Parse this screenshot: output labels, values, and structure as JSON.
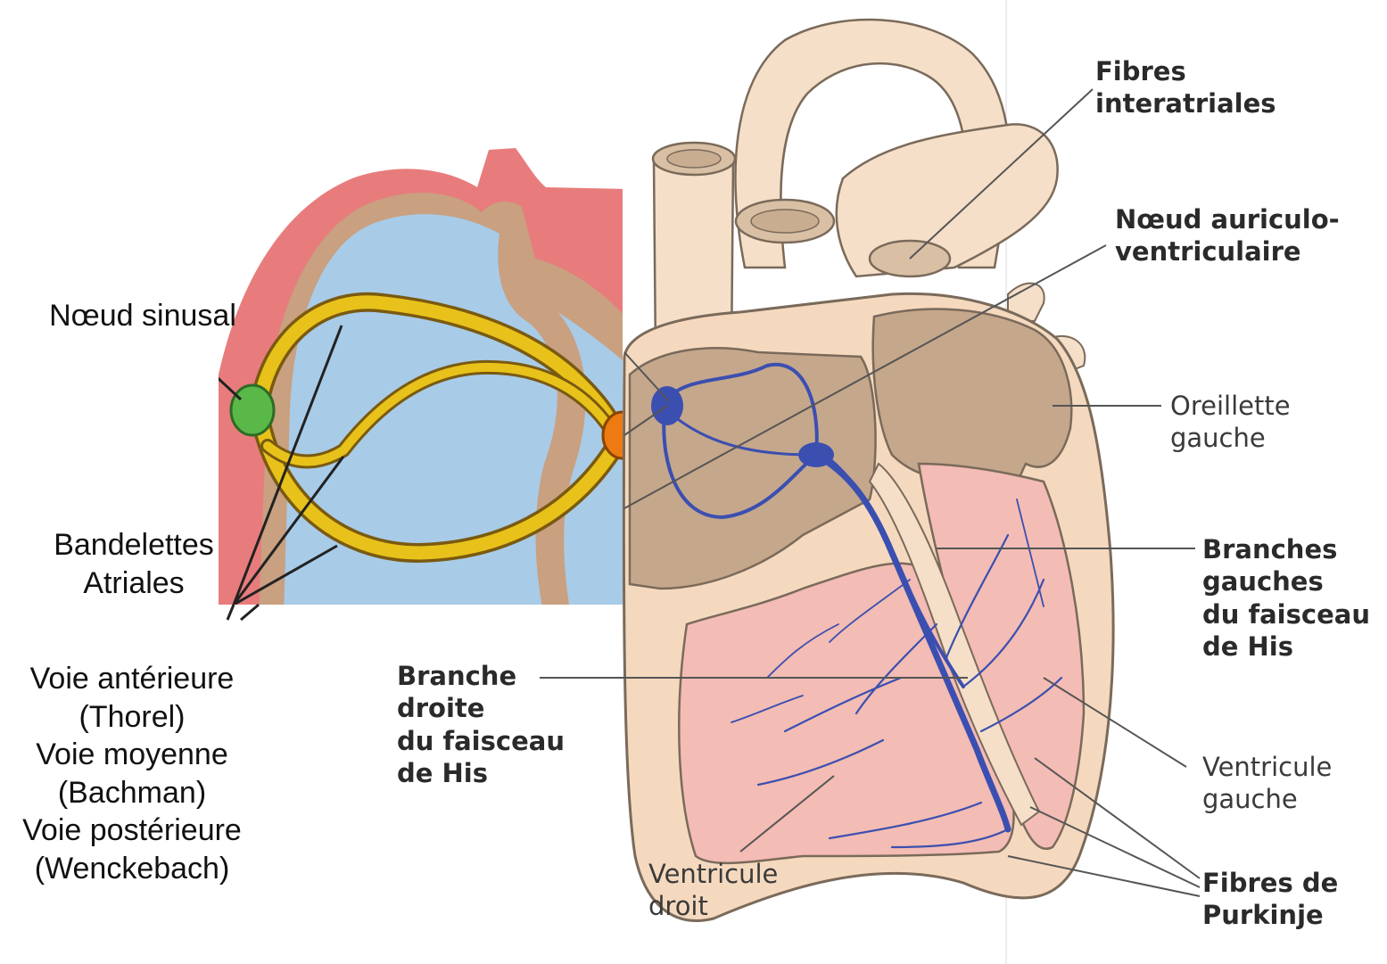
{
  "diagram": {
    "left_panel": {
      "labels": {
        "sinus_node": "Nœud sinusal",
        "atrial_bands": [
          "Bandelettes",
          "Atriales"
        ],
        "pathways": [
          "Voie antérieure",
          "(Thorel)",
          "Voie moyenne",
          "(Bachman)",
          "Voie postérieure",
          "(Wenckebach)"
        ]
      }
    },
    "right_panel": {
      "labels": {
        "interatrial_fibers": [
          "Fibres",
          "interatriales"
        ],
        "av_node": [
          "Nœud auriculo-",
          "ventriculaire"
        ],
        "left_atrium": [
          "Oreillette",
          "gauche"
        ],
        "left_bundle_branches": [
          "Branches",
          "gauches",
          "du faisceau",
          "de His"
        ],
        "right_bundle_branch": [
          "Branche",
          "droite",
          "du faisceau",
          "de His"
        ],
        "left_ventricle": [
          "Ventricule",
          "gauche"
        ],
        "right_ventricle": [
          "Ventricule",
          "droit"
        ],
        "purkinje_fibers": [
          "Fibres de",
          "Purkinje"
        ]
      }
    },
    "colors": {
      "myocardium_pink": "#e87c7c",
      "wall_tan": "#c9a080",
      "cavity_blue": "#a8cbe8",
      "conduction_yellow": "#e8c21a",
      "sinus_node_green": "#5ab848",
      "av_node_orange": "#ee7a12",
      "heart_outer": "#f5d9bf",
      "atrium_brown": "#c5a78c",
      "ventricle_pink": "#f3bcb4",
      "conduction_blue": "#3b4fb0"
    }
  }
}
